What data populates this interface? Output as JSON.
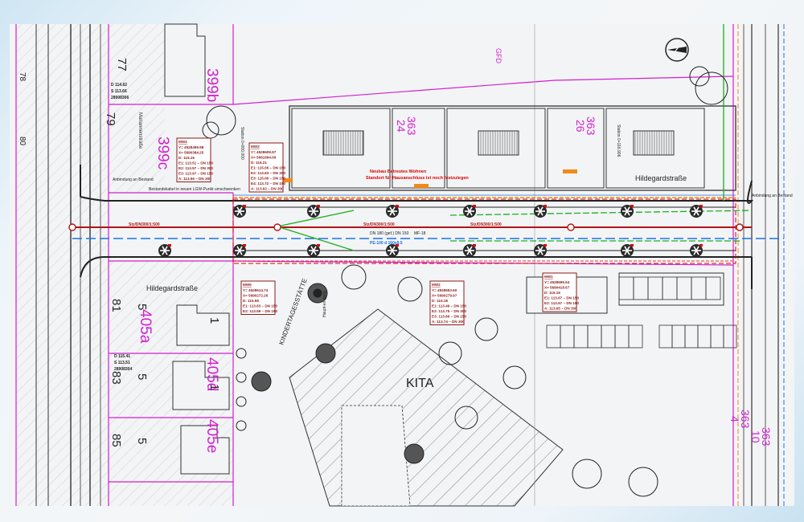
{
  "parcels": {
    "p399b": "399b",
    "p399c": "399c",
    "p363_24": "363\n24",
    "p363_24_top": "363",
    "p363_24_bot": "24",
    "p363_26_top": "363",
    "p363_26_bot": "26",
    "p405a": "405a",
    "p405d": "405d",
    "p405e": "405e",
    "p363_4_top": "363",
    "p363_4_bot": "4",
    "p363_10_top": "363",
    "p363_10_bot": "10"
  },
  "house_numbers": {
    "n77": "77",
    "n79": "79",
    "n81": "81",
    "n83": "83",
    "n85": "85",
    "n78": "78",
    "n80": "80",
    "h5a": "5",
    "h5b": "5",
    "h5c": "5",
    "h1a": "1",
    "h1b": "1"
  },
  "labels": {
    "kita": "KITA",
    "street_right": "Hildegardstraße",
    "street_left": "Hildegardstraße",
    "side_street": "Mariannenstraße",
    "gfd": "GFD",
    "station_start": "Station 0+000.000",
    "station_end": "Station 0+116.906",
    "kindergarten": "KINDERTAGESSTÄTTE",
    "d_level_1": "D 114.62",
    "s_level_1": "S 113.66",
    "id_1": "28908306",
    "d_level_2": "D 115.41",
    "s_level_2": "S 113.51",
    "id_2": "28908304",
    "anbindung_left": "Anbindung an Bestand",
    "anbindung_right": "Anbindung an Bestand",
    "bestandskabel": "Bestandskabel in neuen LGW-Punkt umschwenken",
    "spielplatz": "Haupt-eingang"
  },
  "notes": {
    "new_build_line1": "Neubau Betreutes Wohnen",
    "new_build_line2": "Standort für Hausanschluss ist noch festzulegen"
  },
  "pipes": {
    "sewer_left": "Stz/DN300/1:500",
    "sewer_mid": "Stz/DN300/1:500",
    "sewer_right": "Stz/DN300/1:500",
    "existing": "DN 180 (gef.) DN 150",
    "water": "PE-100 d 160x9.5",
    "cable": "MF-18"
  },
  "manholes": [
    {
      "title": "MW3",
      "lines": [
        "Y= 4528609.97",
        "X= 5691694.09",
        "D: 115.21",
        "E1: 115.06 – DN 150",
        "E2: 113.63 – DN 300",
        "E3: 115.06 – DN 150",
        "E4: 113.72 – DN 150",
        "A: 113.62 – DN 300"
      ]
    },
    {
      "title": "MW4",
      "lines": [
        "Y= 4528499.98",
        "X= 5690384.25",
        "D: 115.15",
        "E1: 113.51 – DN 150",
        "E2: 113.57 – DN 300",
        "E3: 113.97 – DN 150",
        "A: 113.56 – DN 300"
      ]
    },
    {
      "title": "MW2",
      "lines": [
        "Y= 4528653.60",
        "X= 5690279.97",
        "D: 115.18",
        "E1: 113.49 – DN 150",
        "E2: 113.75 – DN 300",
        "E3: 113.66 – DN 150",
        "A: 113.74 – DN 300"
      ]
    },
    {
      "title": "MW1",
      "lines": [
        "Y= 4528695.54",
        "X= 5690418.67",
        "D: 115.16",
        "E1: 113.67 – DN 150",
        "E2: 113.67 – DN 150",
        "A: 113.65 – DN 300"
      ]
    },
    {
      "title": "MW5",
      "lines": [
        "Y= 4528614.74",
        "X= 5690272.26",
        "D: 115.58",
        "E1: 113.63 – DN 150",
        "E2: 113.59 – DN 150"
      ]
    }
  ],
  "colors": {
    "parcel": "#d21ed2",
    "sewer": "#b01515",
    "water": "#1a73e8",
    "gas": "#19b01f",
    "electric": "#f08a1c"
  }
}
